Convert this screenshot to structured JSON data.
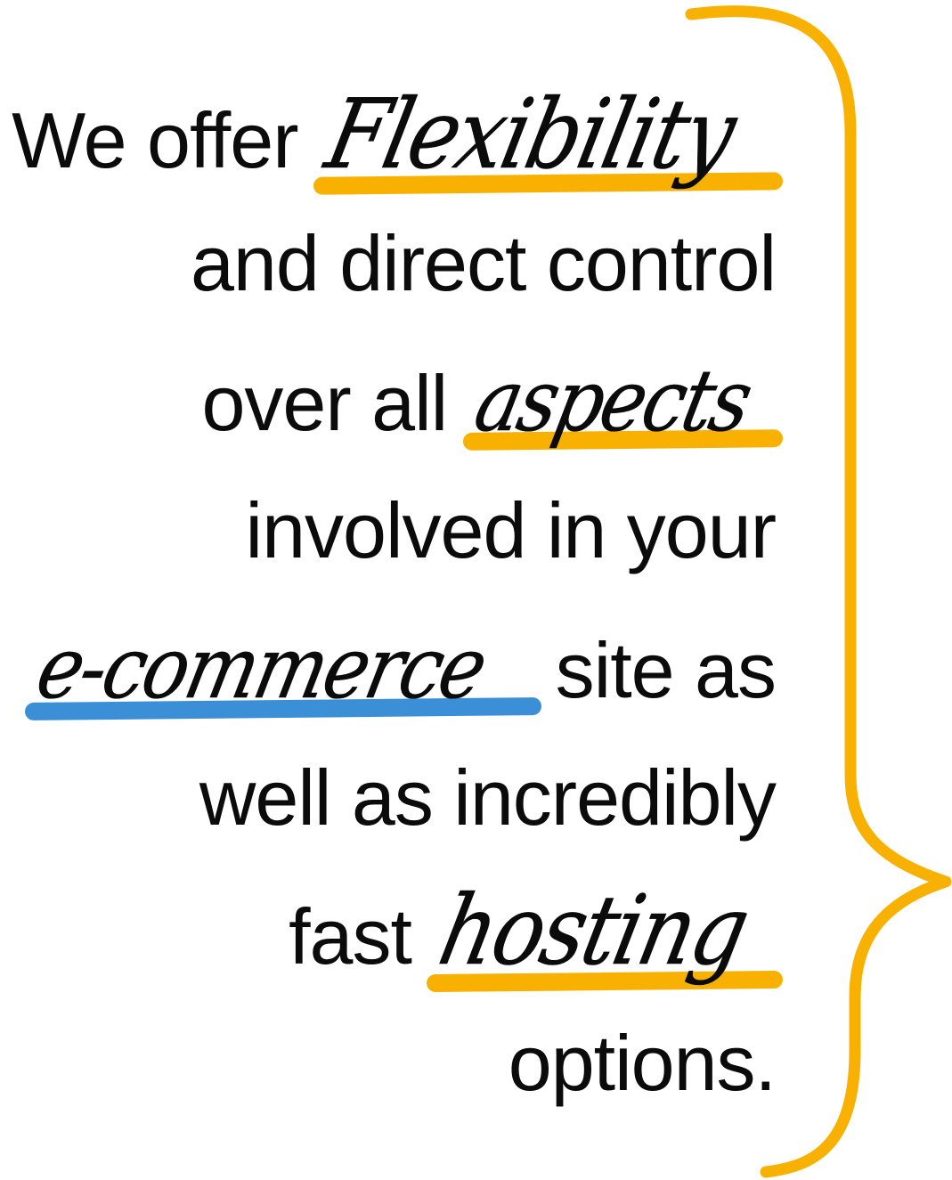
{
  "quote": {
    "line1_prefix": "We offer",
    "line1_script": "Flexibility",
    "line2": "and direct control",
    "line3_prefix": "over all",
    "line3_script": "aspects",
    "line4": "involved in your",
    "line5_script": "e-commerce",
    "line5_suffix": "site as",
    "line6": "well as incredibly",
    "line7_prefix": "fast",
    "line7_script": "hosting",
    "line8": "options."
  },
  "colors": {
    "text": "#0b0b0b",
    "accent_yellow": "#f8b100",
    "accent_blue": "#3a8fd6",
    "brace": "#f8b100"
  }
}
